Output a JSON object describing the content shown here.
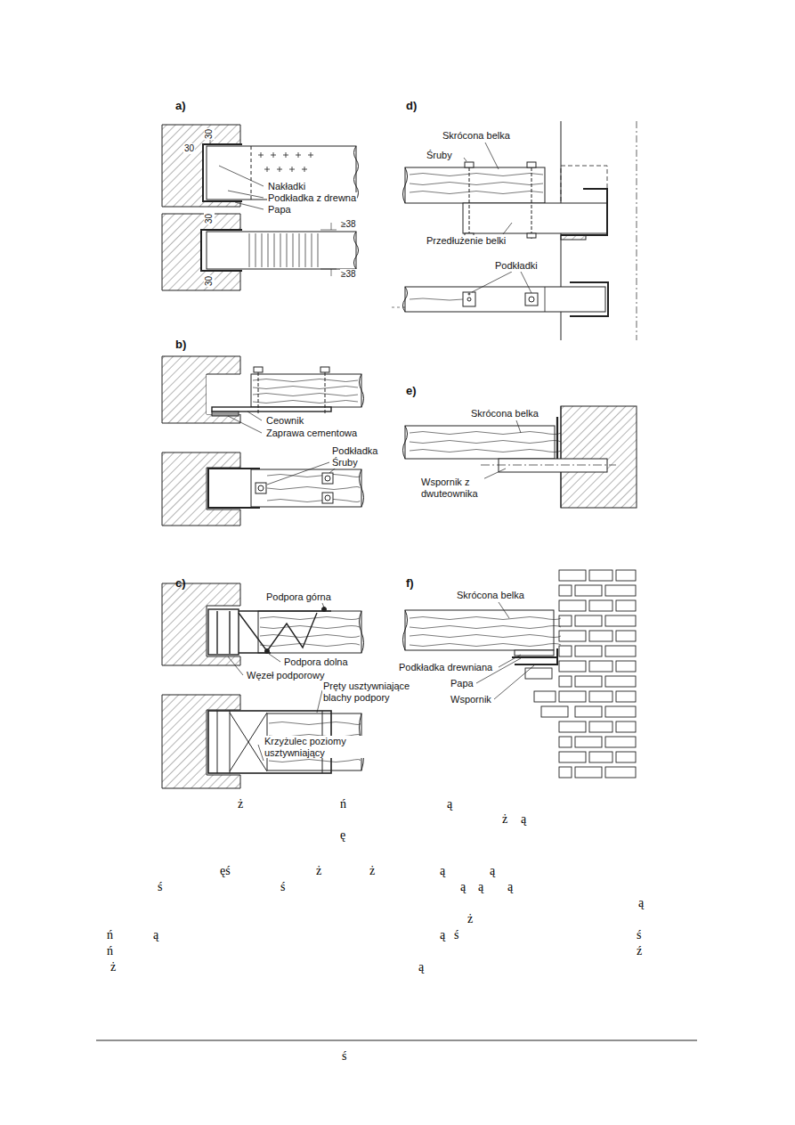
{
  "diagram": {
    "labels": [
      "a)",
      "30",
      "30",
      "Nakładki",
      "Podkładka z drewna",
      "Papa",
      "30",
      "≥38",
      "≥38",
      "30",
      "b)",
      "Ceownik",
      "Zaprawa cementowa",
      "Podkładka",
      "Śruby",
      "c)",
      "Podpora górna",
      "Podpora dolna",
      "Węzeł podporowy",
      "Pręty usztywniające blachy podpory",
      "Krzyżulec poziomy usztywniający",
      "d)",
      "Skrócona belka",
      "Śruby",
      "Przedłużenie belki",
      "Podkładki",
      "e)",
      "Skrócona belka",
      "Wspornik z dwuteownika",
      "f)",
      "Skrócona belka",
      "Podkładka drewniana",
      "Papa",
      "Wspornik",
      "ż",
      "ń",
      "ą",
      "ż",
      "ą",
      "ę",
      "ęś",
      "ż",
      "ż",
      "ą",
      "ą",
      "ś",
      "ś",
      "ą",
      "ą",
      "ą",
      "ą",
      "ż",
      "ń",
      "ą",
      "ą",
      "ś",
      "ś",
      "ń",
      "ź",
      "ż",
      "ą",
      "ś"
    ]
  }
}
